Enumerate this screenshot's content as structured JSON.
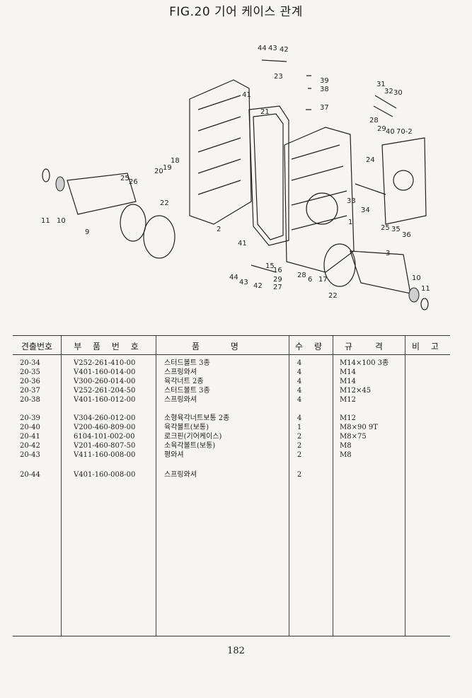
{
  "title": "FIG.20 기어 케이스 관계",
  "diagram_callouts": [
    {
      "id": "c44a",
      "text": "44"
    },
    {
      "id": "c43a",
      "text": "43"
    },
    {
      "id": "c42a",
      "text": "42"
    },
    {
      "id": "c23",
      "text": "23"
    },
    {
      "id": "c39",
      "text": "39"
    },
    {
      "id": "c38",
      "text": "38"
    },
    {
      "id": "c37",
      "text": "37"
    },
    {
      "id": "c41a",
      "text": "41"
    },
    {
      "id": "c21",
      "text": "21"
    },
    {
      "id": "c31",
      "text": "31"
    },
    {
      "id": "c32",
      "text": "32"
    },
    {
      "id": "c30",
      "text": "30"
    },
    {
      "id": "c28",
      "text": "28"
    },
    {
      "id": "c29a",
      "text": "29"
    },
    {
      "id": "c40",
      "text": "40"
    },
    {
      "id": "c70",
      "text": "70-2"
    },
    {
      "id": "c24",
      "text": "24"
    },
    {
      "id": "c18",
      "text": "18"
    },
    {
      "id": "c19",
      "text": "19"
    },
    {
      "id": "c20",
      "text": "20"
    },
    {
      "id": "c25a",
      "text": "25"
    },
    {
      "id": "c26",
      "text": "26"
    },
    {
      "id": "c22a",
      "text": "22"
    },
    {
      "id": "c11a",
      "text": "11"
    },
    {
      "id": "c10a",
      "text": "10"
    },
    {
      "id": "c9",
      "text": "9"
    },
    {
      "id": "c2",
      "text": "2"
    },
    {
      "id": "c33",
      "text": "33"
    },
    {
      "id": "c34",
      "text": "34"
    },
    {
      "id": "c1",
      "text": "1"
    },
    {
      "id": "c25b",
      "text": "25"
    },
    {
      "id": "c35",
      "text": "35"
    },
    {
      "id": "c36",
      "text": "36"
    },
    {
      "id": "c41b",
      "text": "41"
    },
    {
      "id": "c3",
      "text": "3"
    },
    {
      "id": "c15",
      "text": "15"
    },
    {
      "id": "c16",
      "text": "16"
    },
    {
      "id": "c44b",
      "text": "44"
    },
    {
      "id": "c43b",
      "text": "43"
    },
    {
      "id": "c42b",
      "text": "42"
    },
    {
      "id": "c29b",
      "text": "29"
    },
    {
      "id": "c28b",
      "text": "28"
    },
    {
      "id": "c27",
      "text": "27"
    },
    {
      "id": "c6",
      "text": "6"
    },
    {
      "id": "c17",
      "text": "17"
    },
    {
      "id": "c22b",
      "text": "22"
    },
    {
      "id": "c10b",
      "text": "10"
    },
    {
      "id": "c11b",
      "text": "11"
    }
  ],
  "table": {
    "headers": {
      "no": "견출번호",
      "part_no": "부 품 번 호",
      "name": "품 명",
      "qty": "수 량",
      "spec": "규 격",
      "remark": "비 고"
    },
    "rows": [
      {
        "no": "20-34",
        "part_no": "V252-261-410-00",
        "name": "스터드볼트 3종",
        "qty": "4",
        "spec": "M14×100 3종"
      },
      {
        "no": "20-35",
        "part_no": "V401-160-014-00",
        "name": "스프링와셔",
        "qty": "4",
        "spec": "M14"
      },
      {
        "no": "20-36",
        "part_no": "V300-260-014-00",
        "name": "육각너트 2종",
        "qty": "4",
        "spec": "M14"
      },
      {
        "no": "20-37",
        "part_no": "V252-261-204-50",
        "name": "스터드볼트 3종",
        "qty": "4",
        "spec": "M12×45"
      },
      {
        "no": "20-38",
        "part_no": "V401-160-012-00",
        "name": "스프링와셔",
        "qty": "4",
        "spec": "M12"
      },
      {
        "no": "20-39",
        "part_no": "V304-260-012-00",
        "name": "소형육각너트보통 2종",
        "qty": "4",
        "spec": "M12"
      },
      {
        "no": "20-40",
        "part_no": "V200-460-809-00",
        "name": "육각볼트(보통)",
        "qty": "1",
        "spec": "M8×90 9T"
      },
      {
        "no": "20-41",
        "part_no": "6104-101-002-00",
        "name": "로크핀(기어케이스)",
        "qty": "2",
        "spec": "M8×75"
      },
      {
        "no": "20-42",
        "part_no": "V201-460-807-50",
        "name": "소육각볼트(보통)",
        "qty": "2",
        "spec": "M8"
      },
      {
        "no": "20-43",
        "part_no": "V411-160-008-00",
        "name": "평와셔",
        "qty": "2",
        "spec": "M8"
      },
      {
        "no": "20-44",
        "part_no": "V401-160-008-00",
        "name": "스프링와셔",
        "qty": "2",
        "spec": ""
      }
    ]
  },
  "page_number": "182"
}
